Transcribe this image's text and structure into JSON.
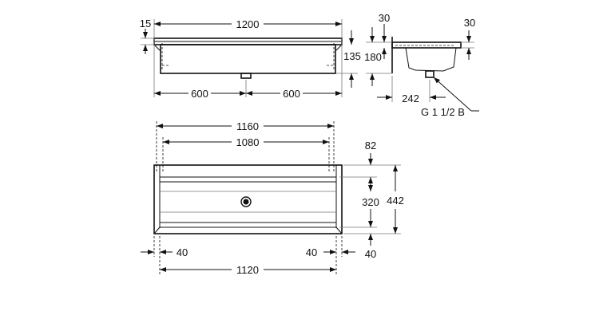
{
  "drawing": {
    "front_view": {
      "width": "1200",
      "rim": "15",
      "depth": "135",
      "half_left": "600",
      "half_right": "600"
    },
    "side_view": {
      "height": "180",
      "top_offset": "30",
      "rim_right": "30",
      "drain_offset": "242",
      "drain_thread": "G 1 1/2 B"
    },
    "plan_view": {
      "outer_width": "1160",
      "inner_width": "1080",
      "back_offset": "82",
      "inner_depth": "320",
      "total_depth": "442",
      "left_margin": "40",
      "right_margin": "40",
      "front_offset": "40",
      "bottom_width": "1120"
    }
  }
}
